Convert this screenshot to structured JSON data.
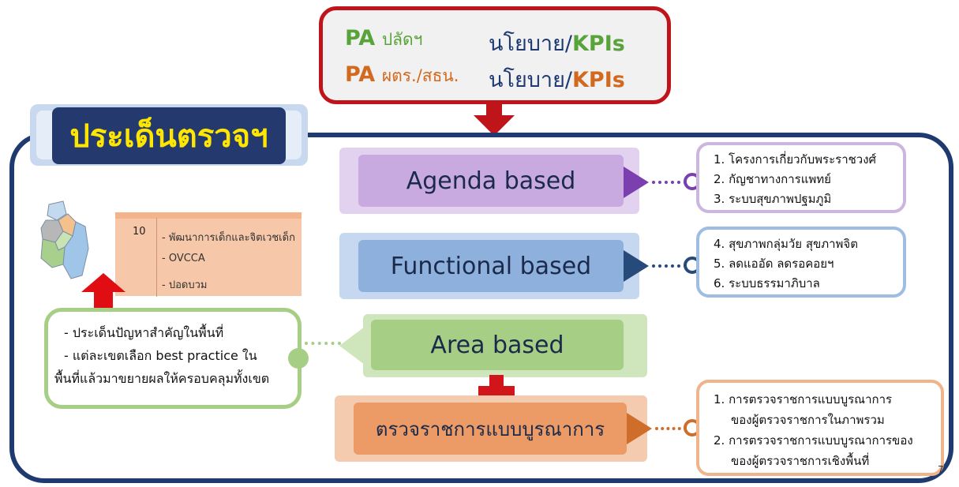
{
  "pa_box": {
    "row1_pa": "PA",
    "row1_left": "ปลัดฯ",
    "row1_right": "นโยบาย/",
    "row1_kpi": "KPIs",
    "row2_pa": "PA",
    "row2_left": "ผตร./สธน.",
    "row2_right": "นโยบาย/",
    "row2_kpi": "KPIs"
  },
  "header": {
    "title": "ประเด็นตรวจฯ"
  },
  "bands": [
    {
      "label": "Agenda based",
      "items": [
        "1. โครงการเกี่ยวกับพระราชวงศ์",
        "2. กัญชาทางการแพทย์",
        "3. ระบบสุขภาพปฐมภูมิ"
      ]
    },
    {
      "label": "Functional based",
      "items": [
        "4. สุขภาพกลุ่มวัย สุขภาพจิต",
        "5. ลดแออัด ลดรอคอยฯ",
        "6. ระบบธรรมาภิบาล"
      ]
    },
    {
      "label": "Area based"
    },
    {
      "label": "ตรวจราชการแบบบูรณาการ",
      "items": [
        "1. การตรวจราชการแบบบูรณาการ",
        "ของผู้ตรวจราชการในภาพรวม",
        "2. การตรวจราชการแบบบูรณาการของ",
        "ของผู้ตรวจราชการเชิงพื้นที่"
      ]
    }
  ],
  "table": {
    "number": "10",
    "items": [
      "- พัฒนาการเด็กและจิตเวชเด็ก",
      "- OVCCA",
      "- ปอดบวม"
    ]
  },
  "left_box": {
    "lines": [
      "- ประเด็นปัญหาสำคัญในพื้นที่",
      "- แต่ละเขตเลือก best practice ใน",
      "พื้นที่แล้วมาขยายผลให้ครอบคลุมทั้งเขต"
    ]
  },
  "page_number": "7",
  "colors": {
    "red": "#c0141b",
    "navy": "#1f3a6e",
    "purple": "#7b3fb0",
    "blue": "#264a7a",
    "green": "#a6cf85",
    "orange": "#cf6e2b"
  }
}
